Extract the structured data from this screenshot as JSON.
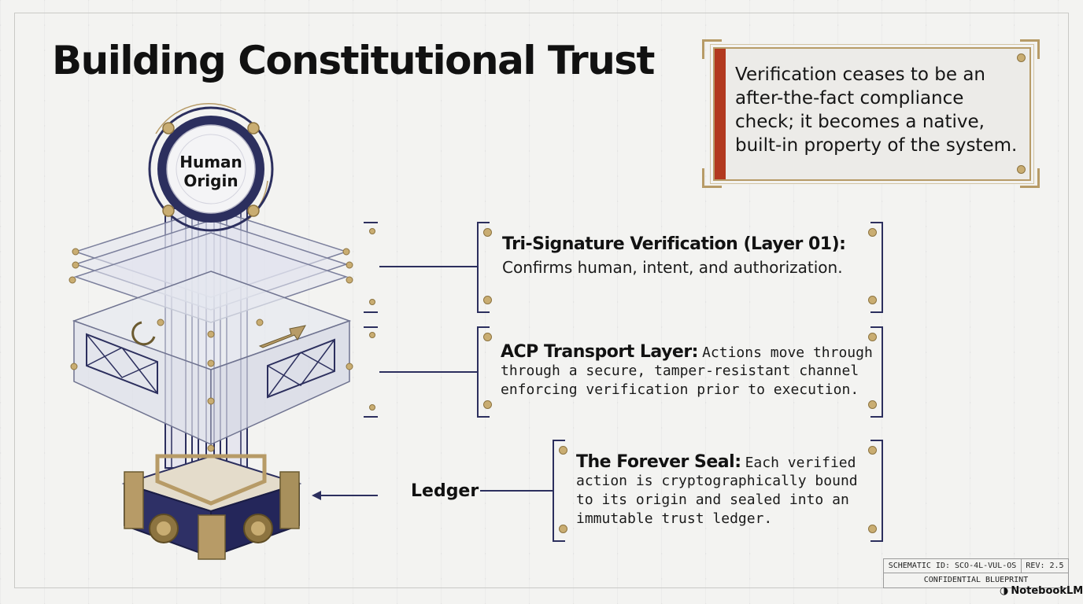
{
  "title": "Building Constitutional Trust",
  "quote": "Verification ceases to be an after-the-fact compliance check; it becomes a native, built-in property of the system.",
  "tower": {
    "top_label_line1": "Human",
    "top_label_line2": "Origin",
    "base_label": "Ledger"
  },
  "callouts": [
    {
      "title": "Tri-Signature Verification (Layer 01):",
      "body": "Confirms human, intent, and authorization."
    },
    {
      "title": "ACP Transport Layer:",
      "body_line1": "Actions move through",
      "body_line2": "through a secure, tamper-resistant channel",
      "body_line3": "enforcing verification prior to execution."
    },
    {
      "title": "The Forever Seal:",
      "body_line1": "Each verified",
      "body_line2": "action is cryptographically bound",
      "body_line3": "to its origin and sealed into an",
      "body_line4": "immutable trust ledger."
    }
  ],
  "schematic": {
    "id": "SCHEMATIC ID: SCO-4L-VUL-OS",
    "rev": "REV: 2.5",
    "classification": "CONFIDENTIAL BLUEPRINT"
  },
  "branding": "NotebookLM",
  "colors": {
    "navy": "#2c2f5e",
    "gold": "#b79b67",
    "accent_red": "#b2391f",
    "background": "#f3f3f1"
  }
}
